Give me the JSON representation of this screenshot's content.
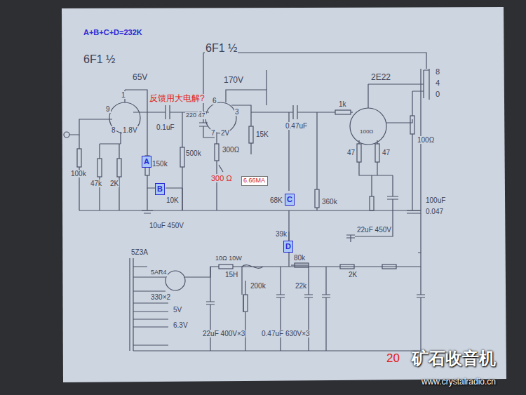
{
  "diagram": {
    "nodes": [
      {
        "text": [
          "A"
        ]
      },
      {
        "text": [
          "B"
        ]
      },
      {
        "text": [
          "C"
        ]
      },
      {
        "text": [
          "D"
        ]
      },
      {
        "text": [
          "6.66MA"
        ]
      }
    ],
    "labels": [
      "A+B+C+D=232K",
      "6F1 ½",
      "65V",
      "6F1 ½",
      "170V",
      "2E22",
      "8",
      "4",
      "0",
      "1",
      "9",
      "8",
      "1.8V",
      "6",
      "2",
      "3",
      "7",
      "2V",
      "反馈用大电解?",
      "0.1uF",
      "220 47",
      "500k",
      "150k",
      "300Ω",
      "300 Ω",
      "15K",
      "0.47uF",
      "1k",
      "100Ω",
      "47",
      "47",
      "100Ω",
      "10K",
      "10uF 450V",
      "100k",
      "47k",
      "2K",
      "68K",
      "360k",
      "100uF",
      "0.047",
      "22uF 450V",
      "39k",
      "5Z3A",
      "5AR4",
      "330×2",
      "10Ω 10W",
      "15H",
      "200k",
      "80k",
      "22k",
      "2K",
      "22uF 400V×3",
      "0.47uF 630V×3",
      "5V",
      "6.3V",
      "20",
      "矿石收音机",
      "www.crystalradio.cn"
    ]
  }
}
